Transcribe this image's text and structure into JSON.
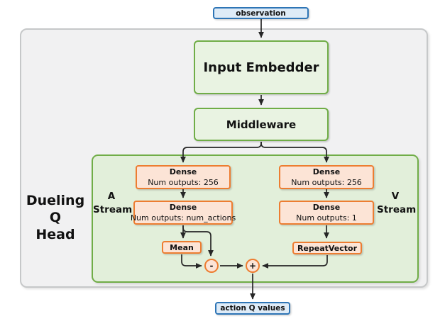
{
  "diagram": {
    "io": {
      "input_label": "observation",
      "output_label": "action Q values"
    },
    "blocks": {
      "embedder_label": "Input Embedder",
      "middleware_label": "Middleware"
    },
    "head": {
      "label_line1": "Dueling Q",
      "label_line2": "Head"
    },
    "a_stream": {
      "label_line1": "A",
      "label_line2": "Stream",
      "dense1": {
        "title": "Dense",
        "subtitle": "Num outputs: 256"
      },
      "dense2": {
        "title": "Dense",
        "subtitle": "Num outputs: num_actions"
      },
      "mean_label": "Mean",
      "operator": "-"
    },
    "v_stream": {
      "label_line1": "V",
      "label_line2": "Stream",
      "dense1": {
        "title": "Dense",
        "subtitle": "Num outputs: 256"
      },
      "dense2": {
        "title": "Dense",
        "subtitle": "Num outputs: 1"
      },
      "repeat_label": "RepeatVector",
      "operator": "+"
    },
    "colors": {
      "green_border": "#70ad47",
      "green_fill": "#e2efda",
      "orange_border": "#ed7d31",
      "orange_fill": "#fce4d6",
      "blue_border": "#2e75b6",
      "blue_fill": "#deebf7",
      "container_fill": "#f1f1f2",
      "container_border": "#c6c8c9",
      "arrow": "#262626"
    }
  }
}
